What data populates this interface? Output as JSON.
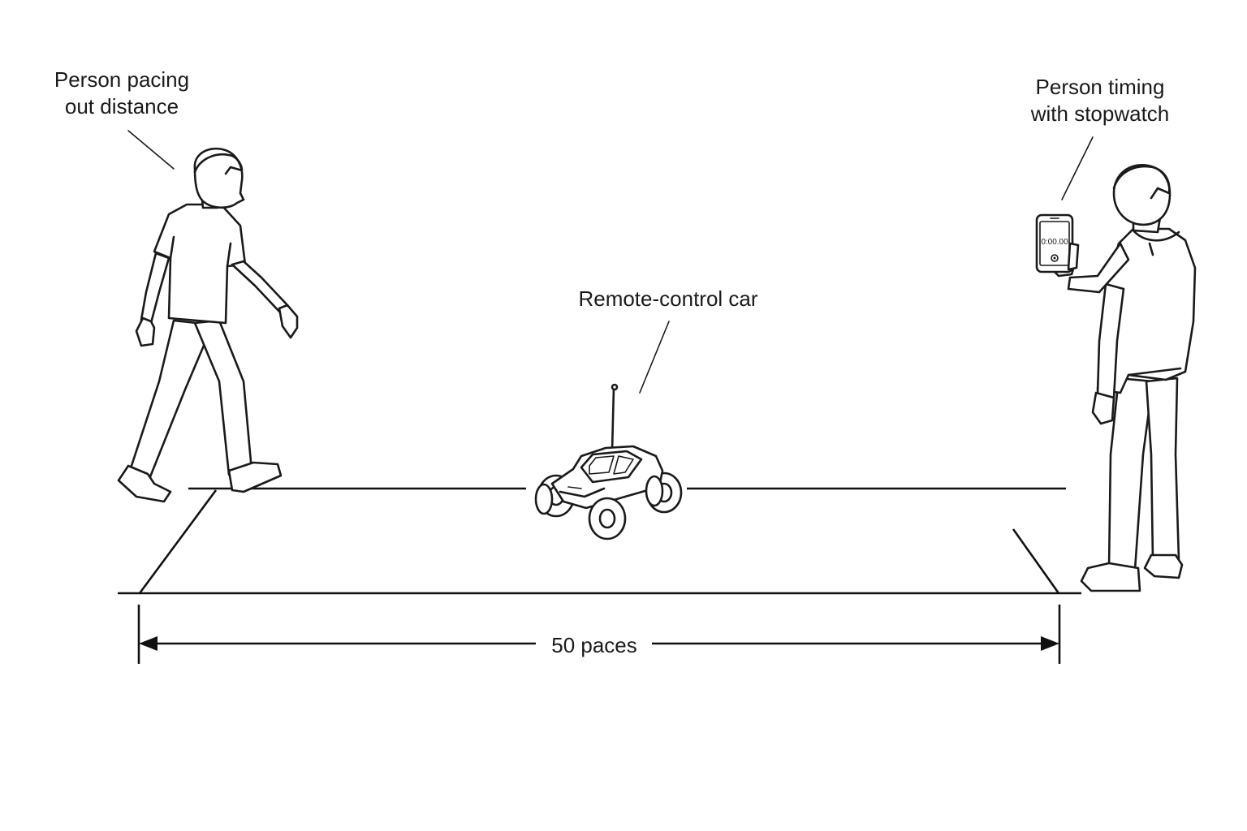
{
  "labels": {
    "walker": [
      "Person pacing",
      "out distance"
    ],
    "timer": [
      "Person timing",
      "with stopwatch"
    ],
    "car": "Remote-control car",
    "distance": "50 paces"
  },
  "phone": {
    "display": "0:00.00"
  },
  "icons": [
    "walking-person",
    "standing-person-with-phone",
    "rc-car",
    "stopwatch-phone"
  ],
  "colors": {
    "ink": "#1a1a1a",
    "background": "#ffffff"
  }
}
